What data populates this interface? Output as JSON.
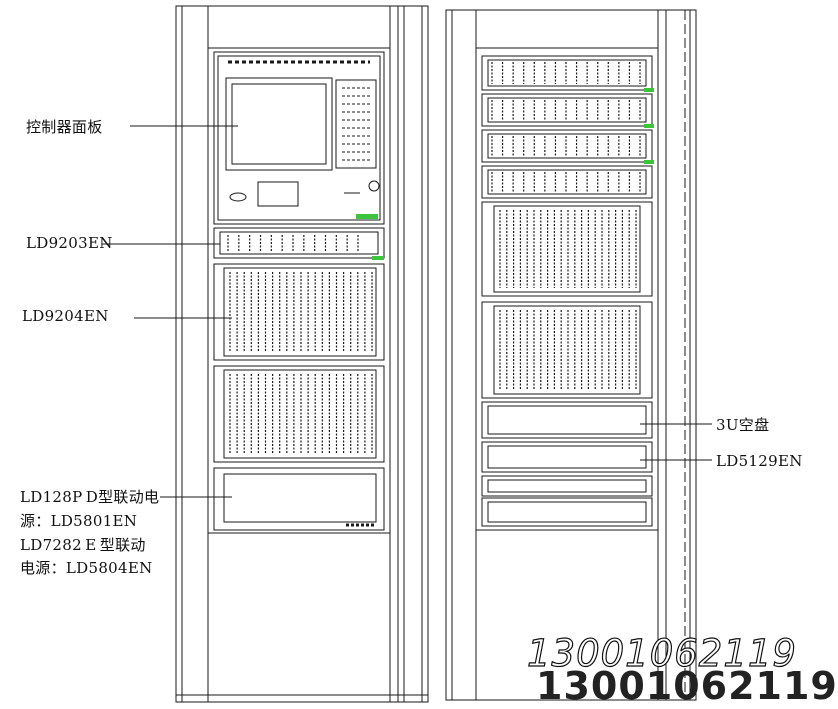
{
  "labels": {
    "controller_panel": "控制器面板",
    "ld9203en": "LD9203EN",
    "ld9204en": "LD9204EN",
    "power_line1": "LD128P D型联动电",
    "power_line2": "源：LD5801EN",
    "power_line3": "LD7282 E 型联动",
    "power_line4": "电源：LD5804EN",
    "blank_3u": "3U空盘",
    "ld5129en": "LD5129EN"
  },
  "watermark": {
    "phone_italic": "13001062119",
    "phone_bold": "13001062119"
  },
  "colors": {
    "line": "#1a1a1a",
    "indicator_green": "#3cc43c",
    "background": "#ffffff"
  }
}
